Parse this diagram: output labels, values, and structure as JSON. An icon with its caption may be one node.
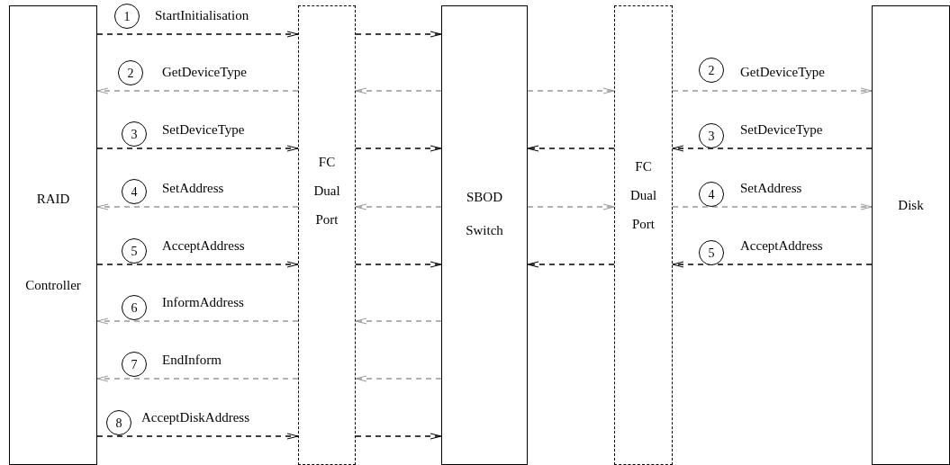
{
  "diagram": {
    "nodes": [
      {
        "text": [
          "RAID Controller"
        ]
      },
      {
        "text": [
          "FC Dual Port"
        ]
      },
      {
        "text": [
          "SBOD Switch"
        ]
      },
      {
        "text": [
          "FC Dual Port"
        ]
      },
      {
        "text": [
          "Disk"
        ]
      }
    ],
    "edges": [
      {
        "from": 0,
        "to": 1,
        "arrow": "to",
        "label": "StartInitialisation",
        "style": "dashed"
      },
      {
        "from": 1,
        "to": 2,
        "arrow": "to",
        "style": "dashed"
      },
      {
        "from": 1,
        "to": 0,
        "arrow": "to",
        "label": "GetDeviceType",
        "style": "dashed",
        "color": "#999999"
      },
      {
        "from": 2,
        "to": 1,
        "arrow": "to",
        "style": "dashed",
        "color": "#999999"
      },
      {
        "from": 2,
        "to": 3,
        "arrow": "to",
        "style": "dashed",
        "color": "#999999"
      },
      {
        "from": 3,
        "to": 4,
        "arrow": "to",
        "label": "GetDeviceType",
        "style": "dashed",
        "color": "#999999"
      },
      {
        "from": 0,
        "to": 1,
        "arrow": "to",
        "label": "SetDeviceType",
        "style": "dashed"
      },
      {
        "from": 1,
        "to": 2,
        "arrow": "to",
        "style": "dashed"
      },
      {
        "from": 3,
        "to": 2,
        "arrow": "to",
        "style": "dashed"
      },
      {
        "from": 4,
        "to": 3,
        "arrow": "to",
        "label": "SetDeviceType",
        "style": "dashed"
      },
      {
        "from": 1,
        "to": 0,
        "arrow": "to",
        "label": "SetAddress",
        "style": "dashed",
        "color": "#999999"
      },
      {
        "from": 2,
        "to": 1,
        "arrow": "to",
        "style": "dashed",
        "color": "#999999"
      },
      {
        "from": 2,
        "to": 3,
        "arrow": "to",
        "style": "dashed",
        "color": "#999999"
      },
      {
        "from": 3,
        "to": 4,
        "arrow": "to",
        "label": "SetAddress",
        "style": "dashed",
        "color": "#999999"
      },
      {
        "from": 0,
        "to": 1,
        "arrow": "to",
        "label": "AcceptAddress",
        "style": "dashed"
      },
      {
        "from": 1,
        "to": 2,
        "arrow": "to",
        "style": "dashed"
      },
      {
        "from": 3,
        "to": 2,
        "arrow": "to",
        "style": "dashed"
      },
      {
        "from": 4,
        "to": 3,
        "arrow": "to",
        "label": "AcceptAddress",
        "style": "dashed"
      },
      {
        "from": 1,
        "to": 0,
        "arrow": "to",
        "label": "InformAddress",
        "style": "dashed",
        "color": "#999999"
      },
      {
        "from": 2,
        "to": 1,
        "arrow": "to",
        "style": "dashed",
        "color": "#999999"
      },
      {
        "from": 1,
        "to": 0,
        "arrow": "to",
        "label": "EndInform",
        "style": "dashed",
        "color": "#999999"
      },
      {
        "from": 2,
        "to": 1,
        "arrow": "to",
        "style": "dashed",
        "color": "#999999"
      },
      {
        "from": 0,
        "to": 1,
        "arrow": "to",
        "label": "AcceptDiskAddress",
        "style": "dashed"
      },
      {
        "from": 1,
        "to": 2,
        "arrow": "to",
        "style": "dashed"
      }
    ],
    "labels": [
      "1",
      "2",
      "2",
      "3",
      "3",
      "4",
      "4",
      "5",
      "5",
      "6",
      "7",
      "8"
    ]
  }
}
